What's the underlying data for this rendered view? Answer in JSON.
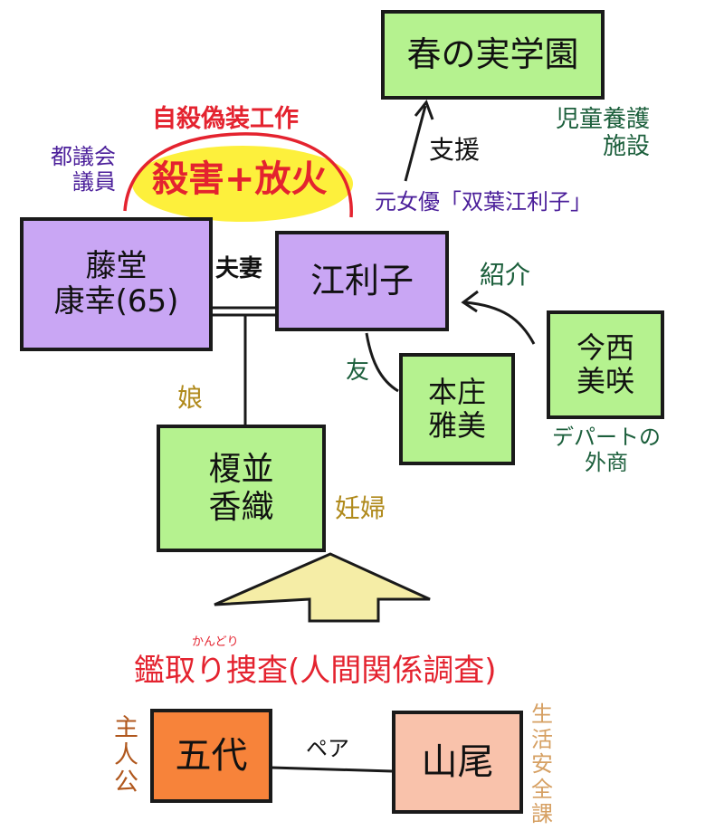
{
  "colors": {
    "purple_box": "#c9a6f4",
    "green_box": "#b5f28f",
    "orange_box": "#f7833a",
    "pink_box": "#f9c2ab",
    "yellow": "#fdf03c",
    "arrow_fill": "#f5eda6",
    "red_text": "#e4232f",
    "purple_text": "#4b1f9a",
    "green_text": "#1c5f3c",
    "gold_text": "#b08a1c",
    "brown_text": "#b0571d",
    "tan_text": "#d6a063"
  },
  "nodes": {
    "harunomi": "春の実学園",
    "todo": "藤堂\n康幸(65)",
    "eriko": "江利子",
    "imanishi": "今西\n美咲",
    "honjo": "本庄\n雅美",
    "enami": "榎並\n香織",
    "godai": "五代",
    "yamao": "山尾"
  },
  "labels": {
    "disguise": "自殺偽装工作",
    "murder": "殺害+放火",
    "councilor": "都議会\n議員",
    "children_facility": "児童養護\n施設",
    "support": "支援",
    "former_actress": "元女優「双葉江利子」",
    "couple": "夫妻",
    "introduce": "紹介",
    "friend": "友",
    "daughter": "娘",
    "pregnant": "妊婦",
    "depart": "デパートの\n外商",
    "kandori_ruby": "かんどり",
    "investigation": "鑑取り捜査(人間関係調査)",
    "protagonist": "主\n人\n公",
    "pair": "ペア",
    "life_safety": "生\n活\n安\n全\n課"
  }
}
